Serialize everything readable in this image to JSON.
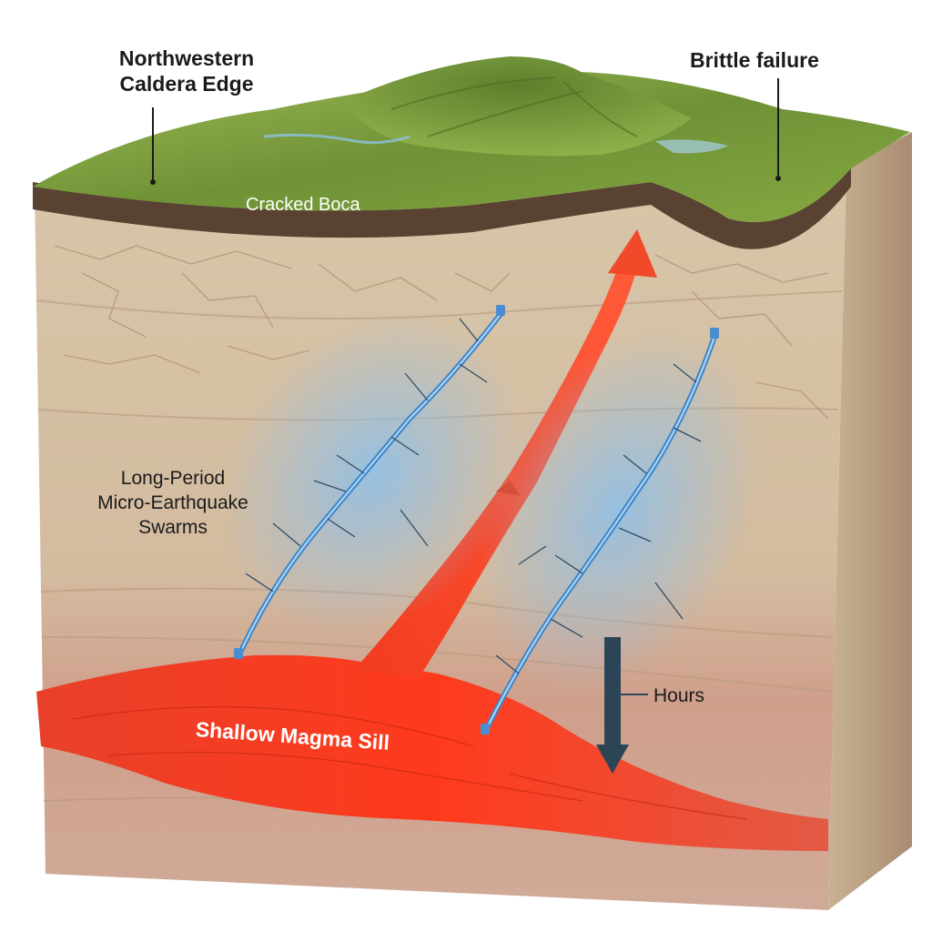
{
  "labels": {
    "northwestern_caldera_edge": [
      "Northwestern",
      "Caldera Edge"
    ],
    "brittle_failure": "Brittle failure",
    "cracked_boca": "Cracked Boca",
    "swarms": [
      "Long-Period",
      "Micro-Earthquake",
      "Swarms"
    ],
    "hours": "Hours",
    "sill": "Shallow Magma Sill"
  },
  "colors": {
    "terrain": "#7fa13e",
    "crust": "#d9c6a8",
    "soil": "#5a4233",
    "magma": "#f0381c",
    "fractures": "#5f9fd6",
    "hours_arrow": "#2c4556",
    "label_text": "#1b1b1b"
  },
  "icons": {
    "ascent_arrow": "red-up-arrow-icon",
    "time_arrow": "down-arrow-icon"
  }
}
